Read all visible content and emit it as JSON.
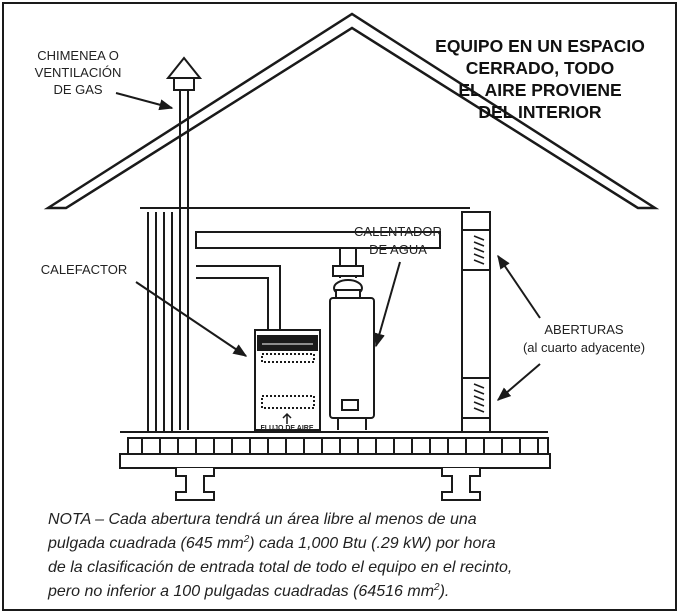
{
  "title": {
    "line1": "EQUIPO EN UN ESPACIO",
    "line2": "CERRADO, TODO",
    "line3": "EL AIRE PROVIENE",
    "line4": "DEL INTERIOR"
  },
  "labels": {
    "chimney_line1": "CHIMENEA O",
    "chimney_line2": "VENTILACIÓN",
    "chimney_line3": "DE GAS",
    "furnace": "CALEFACTOR",
    "water_heater_line1": "CALENTADOR",
    "water_heater_line2": "DE AGUA",
    "openings_line1": "ABERTURAS",
    "openings_line2": "(al cuarto adyacente)",
    "airflow": "FLUJO DE AIRE"
  },
  "note": {
    "line1": "NOTA – Cada abertura tendrá un área libre al menos de una",
    "line2a": "pulgada cuadrada (645 mm",
    "line2sup": "2",
    "line2b": ") cada 1,000 Btu (.29 kW) por hora",
    "line3": "de la clasificación de entrada total de todo el equipo en el recinto,",
    "line4a": "pero no inferior a 100 pulgadas cuadradas (64516 mm",
    "line4sup": "2",
    "line4b": ")."
  },
  "colors": {
    "line": "#1a1a1a",
    "background": "#ffffff"
  }
}
